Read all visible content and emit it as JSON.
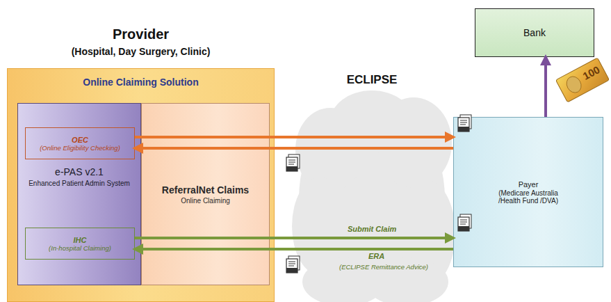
{
  "diagram": {
    "nodes": [
      {
        "text": [
          "Provider",
          "(Hospital, Day Surgery, Clinic)",
          "Online Claiming Solution"
        ]
      },
      {
        "text": [
          "e-PAS v2.1",
          "Enhanced Patient Admin System"
        ],
        "in": 0
      },
      {
        "text": [
          "OEC",
          "(Online Eligibility Checking)"
        ],
        "in": 1
      },
      {
        "text": [
          "IHC",
          "(In-hospital Claiming)"
        ],
        "in": 1
      },
      {
        "text": [
          "ReferralNet Claims",
          "Online Claiming"
        ],
        "in": 0
      },
      {
        "text": [
          "ECLIPSE"
        ]
      },
      {
        "text": [
          "Payer",
          "(Medicare Australia /Health Fund /DVA)"
        ]
      },
      {
        "text": [
          "Bank"
        ]
      }
    ],
    "edges": [
      {
        "from": 2,
        "to": 6,
        "arrow": "to"
      },
      {
        "from": 6,
        "to": 2,
        "arrow": "to"
      },
      {
        "from": 3,
        "to": 6,
        "label": "Submit Claim",
        "arrow": "to"
      },
      {
        "from": 6,
        "to": 3,
        "label": "ERA",
        "arrow": "to"
      },
      {
        "from": 6,
        "to": 7,
        "arrow": "to"
      }
    ],
    "labels": [
      "(ECLIPSE Remittance Advice)",
      "100"
    ]
  }
}
